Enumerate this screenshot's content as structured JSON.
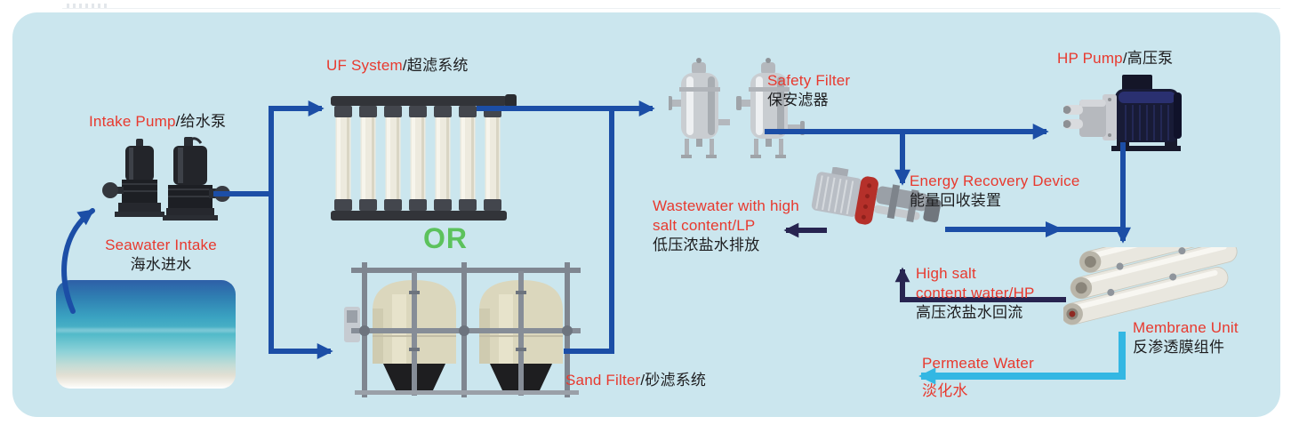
{
  "colors": {
    "panel_bg": "#cbe6ee",
    "flow_blue": "#1c4ea6",
    "flow_navy": "#272450",
    "flow_cyan": "#33b7e3",
    "label_red": "#e8392e",
    "label_dark": "#1d1d1f",
    "or_green": "#5cc25c"
  },
  "labels": {
    "intake_pump": {
      "en": "Intake Pump",
      "zh": "/给水泵"
    },
    "seawater_intake": {
      "en": "Seawater Intake",
      "zh": "海水进水"
    },
    "uf_system": {
      "en": "UF System",
      "zh": "/超滤系统"
    },
    "or_label": "OR",
    "sand_filter": {
      "en": "Sand Filter",
      "zh": "/砂滤系统"
    },
    "safety_filter": {
      "en": "Safety Filter",
      "zh": "保安滤器"
    },
    "hp_pump": {
      "en": "HP Pump",
      "zh": "/高压泵"
    },
    "energy_recovery": {
      "en": "Energy Recovery Device",
      "zh": "能量回收装置"
    },
    "wastewater": {
      "line1": "Wastewater with high",
      "line2": "salt content/LP",
      "zh": "低压浓盐水排放"
    },
    "high_salt": {
      "line1": "High salt",
      "line2": "content water/HP",
      "zh": "高压浓盐水回流"
    },
    "membrane_unit": {
      "en": "Membrane Unit",
      "zh": "反渗透膜组件"
    },
    "permeate_water": {
      "en": "Permeate Water",
      "zh": "淡化水"
    }
  }
}
